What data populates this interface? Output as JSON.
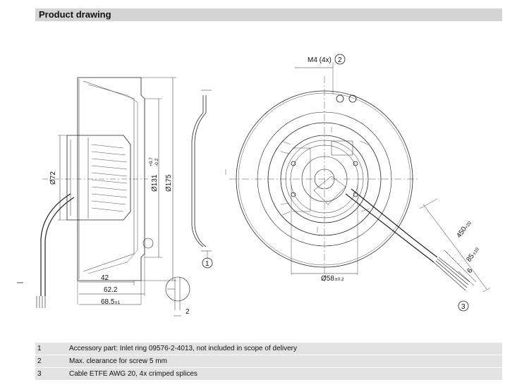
{
  "header": {
    "title": "Product drawing"
  },
  "dims": {
    "m4": "M4 (4x)",
    "c2": "2",
    "d72": "Ø72",
    "d131": "Ø131",
    "d131_tol_up": "+0.7",
    "d131_tol_dn": "-0.2",
    "d175": "Ø175",
    "c1": "1",
    "w42": "42",
    "w622": "62.2",
    "w685": "68.5",
    "w685_tol": "±1",
    "gap2": "2",
    "d58": "Ø58",
    "d58_tol": "±0.2",
    "len450": "450",
    "len450_tol": "+20",
    "len85": "85",
    "len85_tol": "±10",
    "len6": "6",
    "c3": "3"
  },
  "legend": [
    {
      "num": "1",
      "text": "Accessory part: Inlet ring 09576-2-4013, not included in scope of delivery"
    },
    {
      "num": "2",
      "text": "Max. clearance for screw 5 mm"
    },
    {
      "num": "3",
      "text": "Cable ETFE AWG 20, 4x crimped splices"
    }
  ]
}
